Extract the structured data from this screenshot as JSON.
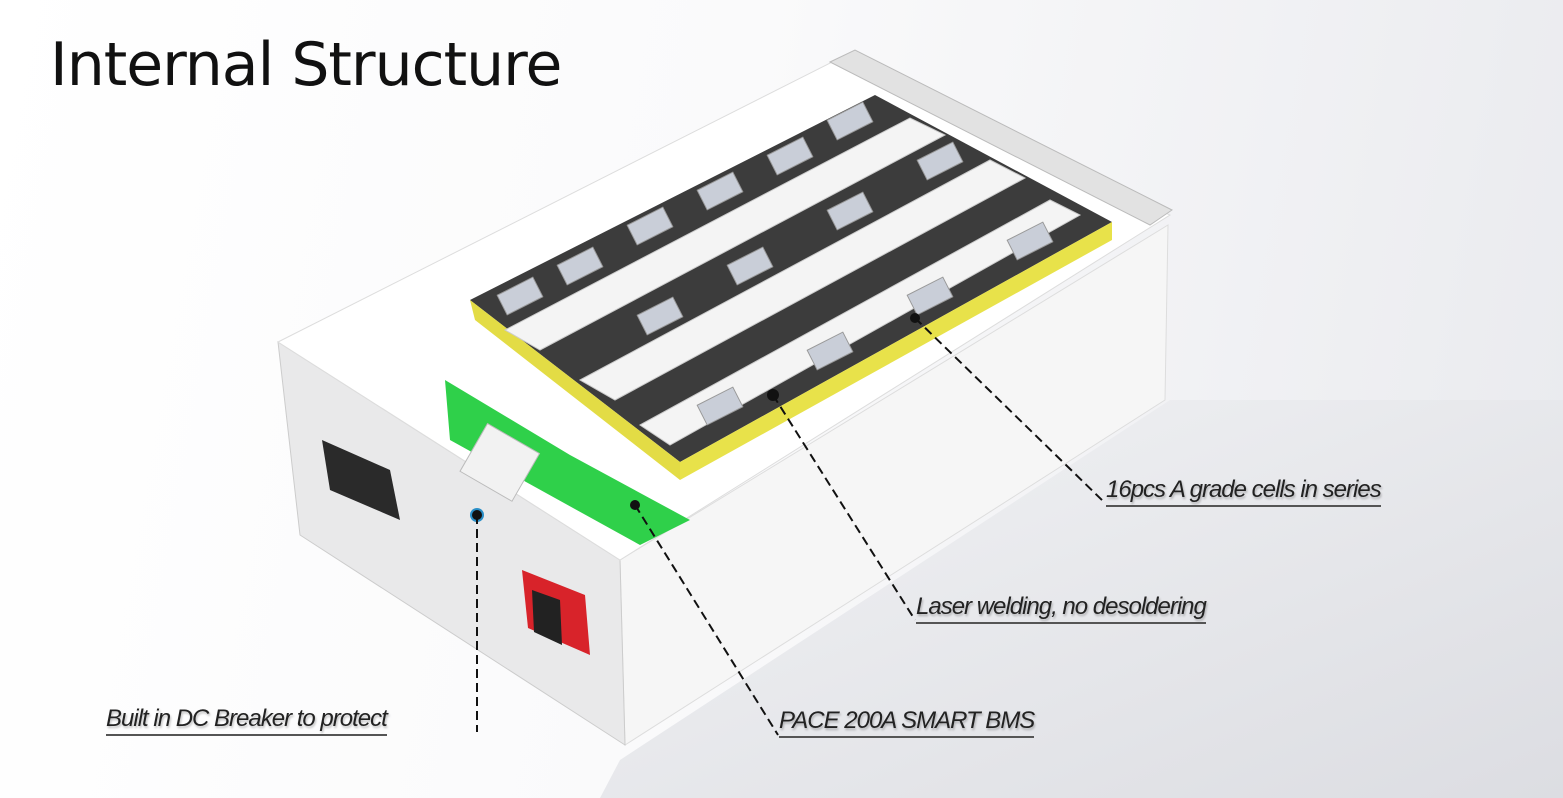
{
  "title": "Internal Structure",
  "callouts": [
    {
      "id": "cells",
      "text": "16pcs A grade cells in series"
    },
    {
      "id": "welding",
      "text": "Laser welding, no desoldering"
    },
    {
      "id": "bms",
      "text": "PACE 200A SMART BMS"
    },
    {
      "id": "breaker",
      "text": "Built in DC Breaker to protect"
    }
  ],
  "colors": {
    "cell_wrap": "#e8e24a",
    "bms_board": "#2fd04a",
    "terminal_positive": "#d8232a",
    "terminal_negative": "#2a2a2a"
  }
}
